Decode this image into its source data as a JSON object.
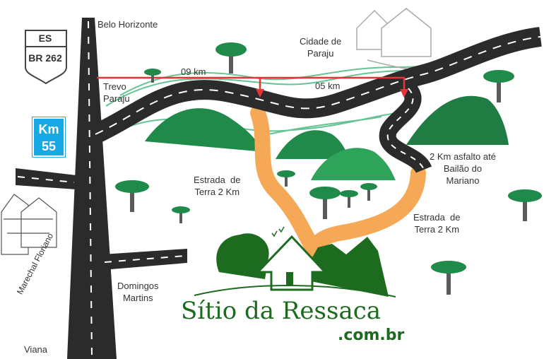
{
  "labels": {
    "belo_horizonte": "Belo Horizonte",
    "cidade_paraju": [
      "Cidade de",
      "Paraju"
    ],
    "trevo_paraju": [
      "Trevo",
      "Paraju"
    ],
    "dist_09": "09 km",
    "dist_05": "05 km",
    "asfalto": [
      "2 Km asfalto até",
      "Bailão do",
      "Mariano"
    ],
    "estrada_1": [
      "Estrada  de",
      "Terra 2 Km"
    ],
    "estrada_2": [
      "Estrada  de",
      "Terra 2 Km"
    ],
    "domingos_martins": [
      "Domingos",
      "Martins"
    ],
    "marechal_floriano": "Marechal Floriano",
    "viana": "Viana"
  },
  "shield": {
    "state": "ES",
    "road": "BR 262"
  },
  "km_sign": {
    "unit": "Km",
    "value": "55"
  },
  "logo": {
    "name": "Sítio da Ressaca",
    "domain": ".com.br"
  },
  "colors": {
    "road": "#2b2b2b",
    "dirt": "#f5a855",
    "green": "#1d6b1f",
    "route": "#e53535",
    "sign": "#17a8e6"
  }
}
